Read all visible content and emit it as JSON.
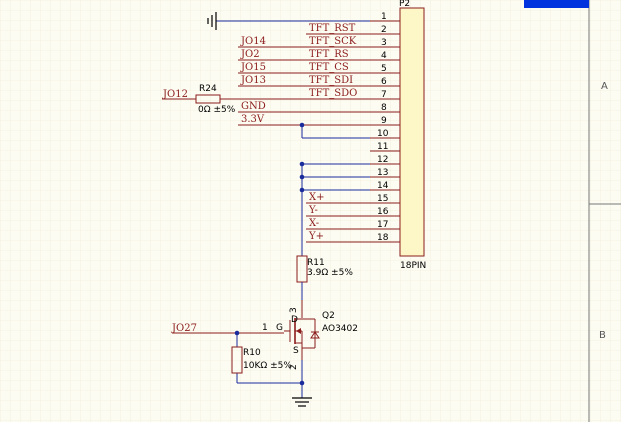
{
  "sheet": {
    "zones": [
      "A",
      "B"
    ]
  },
  "connector": {
    "designator": "P2",
    "type": "18PIN",
    "pins": [
      "1",
      "2",
      "3",
      "4",
      "5",
      "6",
      "7",
      "8",
      "9",
      "10",
      "11",
      "12",
      "13",
      "14",
      "15",
      "16",
      "17",
      "18"
    ]
  },
  "nets": [
    "TFT_RST",
    "TFT_SCK",
    "TFT_RS",
    "TFT_CS",
    "TFT_SDI",
    "TFT_SDO",
    "JO14",
    "JO2",
    "JO15",
    "JO13",
    "GND",
    "3.3V",
    "X+",
    "Y-",
    "X-",
    "Y+",
    "JO12",
    "JO27"
  ],
  "r24": {
    "designator": "R24",
    "value": "0Ω ±5%"
  },
  "r11": {
    "designator": "R11",
    "value": "3.9Ω ±5%"
  },
  "r10": {
    "designator": "R10",
    "value": "10KΩ ±5%"
  },
  "q2": {
    "designator": "Q2",
    "part": "AO3402",
    "drain": "D",
    "source": "S",
    "gate": "G",
    "gate_pin": "1",
    "drain_pin": "3",
    "source_pin": "2"
  }
}
